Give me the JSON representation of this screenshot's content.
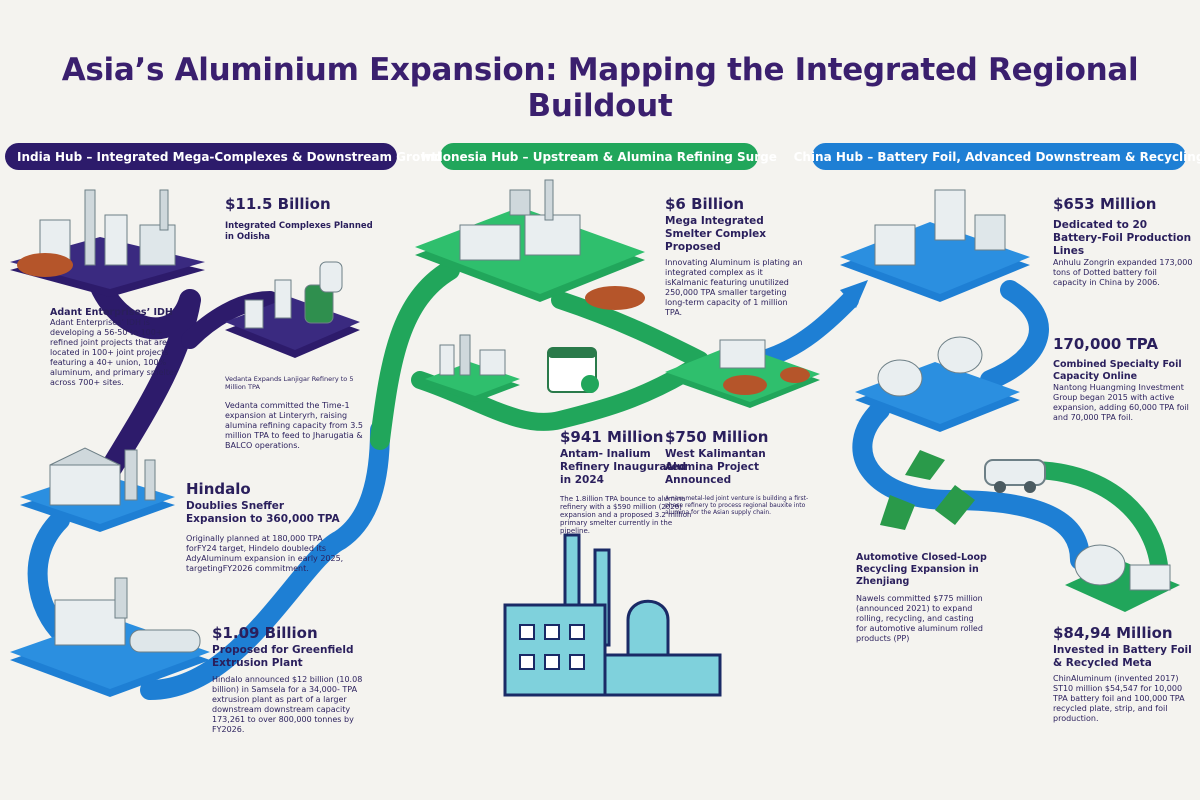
{
  "title": "Asia’s Aluminium Expansion: Mapping the Integrated Regional Buildout",
  "hubs": {
    "india": "India Hub – Integrated Mega-Complexes & Downstream Growth",
    "indonesia": "Indonesia Hub – Upstream & Alumina Refining Surge",
    "china": "China Hub – Battery Foil, Advanced Downstream & Recycling"
  },
  "india": {
    "odisha": {
      "amount": "$11.5 Billion",
      "headline": "Integrated Complexes Planned in Odisha"
    },
    "adant": {
      "headline": "Adant Enterprises’ IDH",
      "body": "Adant Enterprises’ IDH is developing a 56-50 to 100+ refined joint projects that are located in 100+ joint projects featuring a 40+ union, 100% aluminum, and primary smelter across 700+ sites."
    },
    "vedanta": {
      "caption": "Vedanta Expands Lanjigar Refinery to 5 Million TPA",
      "body": "Vedanta committed the Time-1 expansion at Linteryrh, raising alumina refining capacity from 3.5 million TPA to feed to Jharugatia & BALCO operations."
    },
    "hindalco": {
      "amount": "Hindalo",
      "headline": "Doublies Sneffer Expansion to 360,000 TPA",
      "body": "Originally planned at 180,000 TPA forFY24 target, Hindelo doubled its AdyAluminum expansion in early 2025, targetingFY2026 commitment."
    },
    "extrusion": {
      "amount": "$1.09 Billion",
      "headline": "Proposed for Greenfield Extrusion Plant",
      "body": "Hindalo announced $12 billion (10.08 billion) in Samsela for a 34,000- TPA extrusion plant as part of a larger downstream downstream capacity 173,261 to over 800,000 tonnes by FY2026."
    }
  },
  "indonesia": {
    "smelter": {
      "amount": "$6 Billion",
      "headline": "Mega Integrated Smelter Complex Proposed",
      "body": "Innovating Aluminum is plating an integrated complex as it isKalmanic featuring unutilized 250,000 TPA smaller targeting long-term capacity of 1 million TPA."
    },
    "antam": {
      "amount": "$941 Million",
      "headline": "Antam- Inalium Refinery Inaugurated in 2024",
      "body": "The 1.8illion TPA bounce to alumina refinery with a $590 million (2026) expansion and a proposed 3.2 million primary smelter currently in the pipeline."
    },
    "kalimantan": {
      "amount": "$750 Million",
      "headline": "West Kalimantan Alumina Project Announced",
      "body": "A new metal-led joint venture is building a first-phase refinery to process regional bauxite into alumina for the Asian supply chain."
    }
  },
  "china": {
    "foil_lines": {
      "amount": "$653 Million",
      "headline": "Dedicated to 20 Battery-Foil Production Lines",
      "body": "Anhulu Zongrin expanded 173,000 tons of Dotted battery foil capacity in China by 2006."
    },
    "specialty": {
      "amount": "170,000 TPA",
      "headline": "Combined Specialty Foil Capacity Online",
      "body": "Nantong Huangming Investment Group began 2015 with active expansion, adding 60,000 TPA foil and 70,000 TPA foil."
    },
    "recycling": {
      "headline": "Automotive Closed-Loop Recycling Expansion in Zhenjiang",
      "body": "Nawels committed $775 million (announced 2021) to expand rolling, recycling, and casting for automotive aluminum rolled products (PP)"
    },
    "battery": {
      "amount": "$84,94 Million",
      "headline": "Invested in Battery Foil & Recycled Meta",
      "body": "ChinAluminum (invented 2017) ST10 million $54,547 for 10,000 TPA battery foil and 100,000 TPA recycled plate, strip, and foil production."
    }
  },
  "colors": {
    "india": "#2d1b6b",
    "indonesia": "#21a65b",
    "china": "#1e7fd4",
    "bauxite": "#b5552a"
  }
}
